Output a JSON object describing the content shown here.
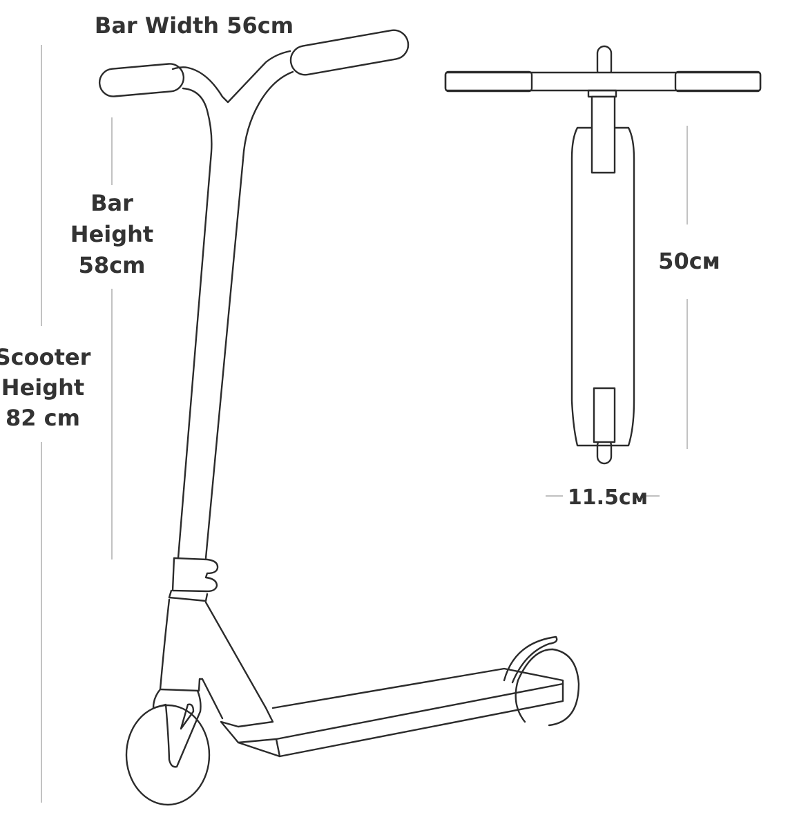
{
  "labels": {
    "bar_width": "Bar Width 56cm",
    "bar_height": [
      "Bar",
      "Height",
      "58cm"
    ],
    "scooter_height": [
      "Scooter",
      "Height",
      "82 cm"
    ],
    "deck_length": "50см",
    "deck_width": "11.5см"
  }
}
